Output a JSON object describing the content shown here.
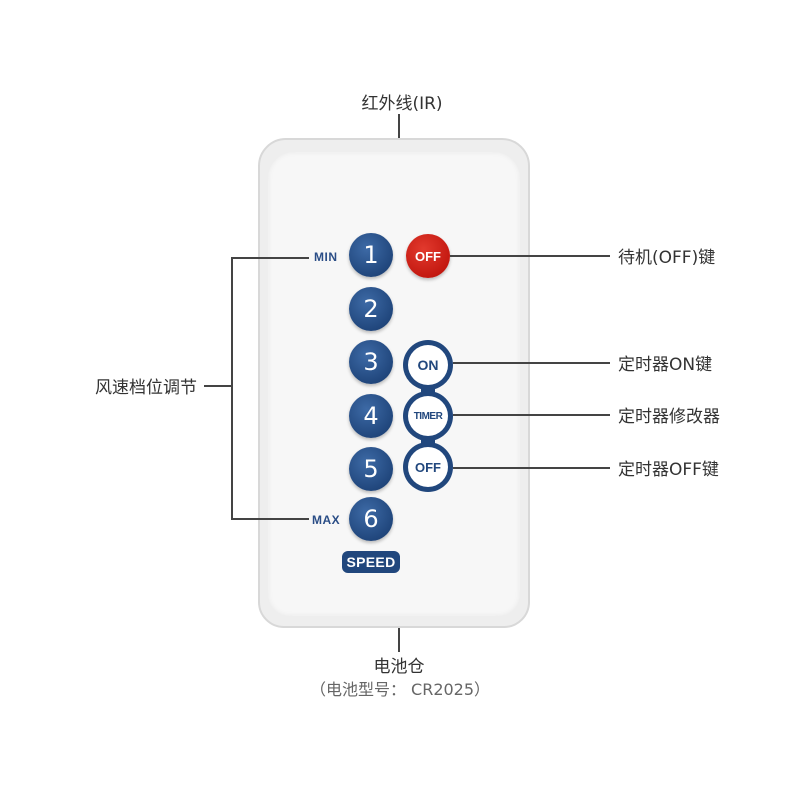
{
  "labels": {
    "ir": "红外线(IR)",
    "off_key": "待机(OFF)键",
    "timer_on": "定时器ON键",
    "timer_modifier": "定时器修改器",
    "timer_off": "定时器OFF键",
    "speed_adjust": "风速档位调节",
    "battery": "电池仓",
    "battery_model": "（电池型号：  CR2025）"
  },
  "remote": {
    "speed_buttons": [
      "1",
      "2",
      "3",
      "4",
      "5",
      "6"
    ],
    "min_label": "MIN",
    "max_label": "MAX",
    "off_button": "OFF",
    "timer_on": "ON",
    "timer_mid": "TIMER",
    "timer_off": "OFF",
    "speed_badge": "SPEED"
  },
  "colors": {
    "button_blue": "#21477d",
    "off_red": "#c2170f",
    "text": "#333333"
  }
}
